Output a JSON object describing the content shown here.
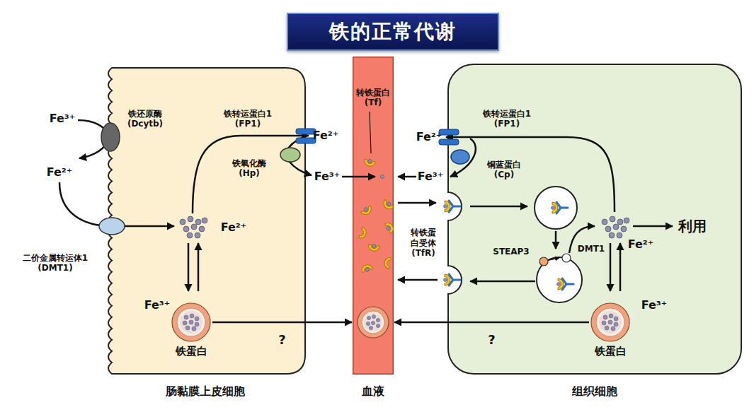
{
  "diagram": {
    "title": "铁的正常代谢",
    "nodes": [
      {
        "text": [
          "肠黏膜上皮细胞"
        ]
      },
      {
        "text": [
          "血液"
        ]
      },
      {
        "text": [
          "组织细胞"
        ]
      },
      {
        "text": [
          "铁蛋白"
        ],
        "in": 0
      },
      {
        "text": [
          "铁蛋白"
        ],
        "in": 2
      }
    ],
    "edges": [
      {
        "from": 3,
        "to": 1,
        "label": "?",
        "arrow": "to"
      },
      {
        "from": 4,
        "to": 1,
        "label": "?",
        "arrow": "to"
      }
    ],
    "labels": [
      "Fe³⁺",
      "铁还原酶 (Dcytb)",
      "Fe²⁺",
      "二价金属转运体1 (DMT1)",
      "Fe²⁺",
      "Fe³⁺",
      "铁转运蛋白1 (FP1)",
      "铁氧化酶 (Hp)",
      "Fe²⁺",
      "Fe³⁺",
      "转铁蛋白 (Tf)",
      "铁转运蛋白1 (FP1)",
      "Fe²⁺",
      "铜蓝蛋白 (Cp)",
      "Fe³⁺",
      "转铁蛋 白受体 (TfR)",
      "STEAP3",
      "DMT1",
      "Fe²⁺",
      "利用",
      "Fe³⁺"
    ]
  }
}
